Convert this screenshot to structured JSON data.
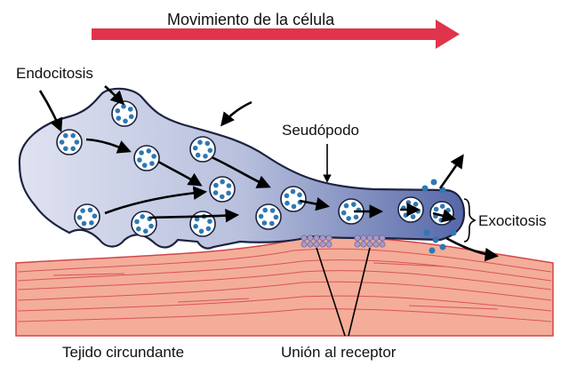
{
  "labels": {
    "title": "Movimiento de la célula",
    "endocytosis": "Endocitosis",
    "pseudopod": "Seudópodo",
    "exocytosis": "Exocitosis",
    "tissue": "Tejido circundante",
    "receptor_binding": "Unión al receptor"
  },
  "colors": {
    "motion_arrow": "#e0344c",
    "cell_fill": "#c9cfe4",
    "cell_fill_front": "#6e7fb8",
    "cell_outline": "#1d2340",
    "vesicle_fill": "#ffffff",
    "vesicle_dot": "#2e78b3",
    "tissue_fill": "#f2a591",
    "tissue_line": "#d1464c",
    "receptor": "#a79ac3"
  }
}
